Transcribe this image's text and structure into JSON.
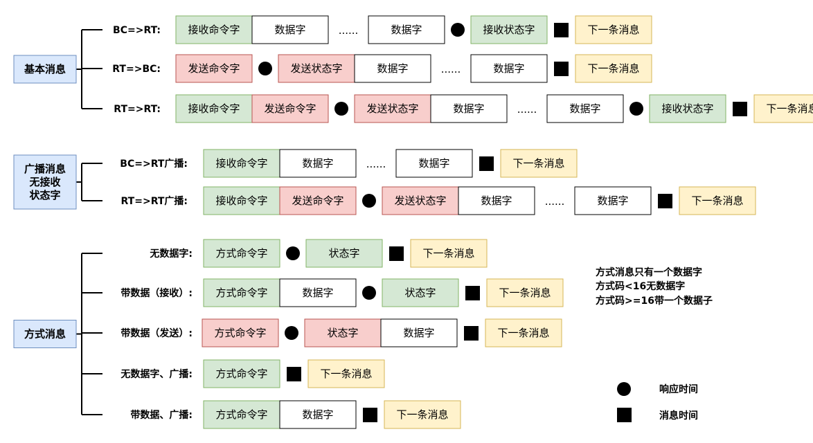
{
  "colors": {
    "green_fill": "#d5e8d4",
    "green_stroke": "#82b366",
    "red_fill": "#f8cecc",
    "red_stroke": "#b85450",
    "yellow_fill": "#fff2cc",
    "yellow_stroke": "#d6b656",
    "white_fill": "#ffffff",
    "white_stroke": "#000000",
    "blue_fill": "#dae8fc",
    "blue_stroke": "#6c8ebf"
  },
  "groups": [
    {
      "label": "基本消息",
      "rows": [
        {
          "label": "BC=>RT:",
          "items": [
            {
              "kind": "box",
              "text": "接收命令字",
              "color": "green"
            },
            {
              "kind": "box",
              "text": "数据字",
              "color": "white"
            },
            {
              "kind": "dots",
              "text": "......"
            },
            {
              "kind": "box",
              "text": "数据字",
              "color": "white"
            },
            {
              "kind": "circle"
            },
            {
              "kind": "box",
              "text": "接收状态字",
              "color": "green"
            },
            {
              "kind": "square"
            },
            {
              "kind": "box",
              "text": "下一条消息",
              "color": "yellow"
            }
          ]
        },
        {
          "label": "RT=>BC:",
          "items": [
            {
              "kind": "box",
              "text": "发送命令字",
              "color": "red"
            },
            {
              "kind": "circle"
            },
            {
              "kind": "box",
              "text": "发送状态字",
              "color": "red"
            },
            {
              "kind": "box",
              "text": "数据字",
              "color": "white"
            },
            {
              "kind": "dots",
              "text": "......"
            },
            {
              "kind": "box",
              "text": "数据字",
              "color": "white"
            },
            {
              "kind": "square"
            },
            {
              "kind": "box",
              "text": "下一条消息",
              "color": "yellow"
            }
          ]
        },
        {
          "label": "RT=>RT:",
          "items": [
            {
              "kind": "box",
              "text": "接收命令字",
              "color": "green"
            },
            {
              "kind": "box",
              "text": "发送命令字",
              "color": "red"
            },
            {
              "kind": "circle"
            },
            {
              "kind": "box",
              "text": "发送状态字",
              "color": "red"
            },
            {
              "kind": "box",
              "text": "数据字",
              "color": "white"
            },
            {
              "kind": "dots",
              "text": "......"
            },
            {
              "kind": "box",
              "text": "数据字",
              "color": "white"
            },
            {
              "kind": "circle"
            },
            {
              "kind": "box",
              "text": "接收状态字",
              "color": "green"
            },
            {
              "kind": "square"
            },
            {
              "kind": "box",
              "text": "下一条消息",
              "color": "yellow"
            }
          ]
        }
      ]
    },
    {
      "label": "广播消息\n无接收\n状态字",
      "rows": [
        {
          "label": "BC=>RT广播:",
          "items": [
            {
              "kind": "box",
              "text": "接收命令字",
              "color": "green"
            },
            {
              "kind": "box",
              "text": "数据字",
              "color": "white"
            },
            {
              "kind": "dots",
              "text": "......"
            },
            {
              "kind": "box",
              "text": "数据字",
              "color": "white"
            },
            {
              "kind": "square"
            },
            {
              "kind": "box",
              "text": "下一条消息",
              "color": "yellow"
            }
          ]
        },
        {
          "label": "RT=>RT广播:",
          "items": [
            {
              "kind": "box",
              "text": "接收命令字",
              "color": "green"
            },
            {
              "kind": "box",
              "text": "发送命令字",
              "color": "red"
            },
            {
              "kind": "circle"
            },
            {
              "kind": "box",
              "text": "发送状态字",
              "color": "red"
            },
            {
              "kind": "box",
              "text": "数据字",
              "color": "white"
            },
            {
              "kind": "dots",
              "text": "......"
            },
            {
              "kind": "box",
              "text": "数据字",
              "color": "white"
            },
            {
              "kind": "square"
            },
            {
              "kind": "box",
              "text": "下一条消息",
              "color": "yellow"
            }
          ]
        }
      ]
    },
    {
      "label": "方式消息",
      "rows": [
        {
          "label": "无数据字:",
          "items": [
            {
              "kind": "box",
              "text": "方式命令字",
              "color": "green"
            },
            {
              "kind": "circle"
            },
            {
              "kind": "box",
              "text": "状态字",
              "color": "green"
            },
            {
              "kind": "square"
            },
            {
              "kind": "box",
              "text": "下一条消息",
              "color": "yellow"
            }
          ]
        },
        {
          "label": "带数据（接收）:",
          "items": [
            {
              "kind": "box",
              "text": "方式命令字",
              "color": "green"
            },
            {
              "kind": "box",
              "text": "数据字",
              "color": "white"
            },
            {
              "kind": "circle"
            },
            {
              "kind": "box",
              "text": "状态字",
              "color": "green"
            },
            {
              "kind": "square"
            },
            {
              "kind": "box",
              "text": "下一条消息",
              "color": "yellow"
            }
          ]
        },
        {
          "label": "带数据（发送）:",
          "items": [
            {
              "kind": "box",
              "text": "方式命令字",
              "color": "red"
            },
            {
              "kind": "circle"
            },
            {
              "kind": "box",
              "text": "状态字",
              "color": "red"
            },
            {
              "kind": "box",
              "text": "数据字",
              "color": "white"
            },
            {
              "kind": "square"
            },
            {
              "kind": "box",
              "text": "下一条消息",
              "color": "yellow"
            }
          ]
        },
        {
          "label": "无数据字、广播:",
          "items": [
            {
              "kind": "box",
              "text": "方式命令字",
              "color": "green"
            },
            {
              "kind": "square"
            },
            {
              "kind": "box",
              "text": "下一条消息",
              "color": "yellow"
            }
          ]
        },
        {
          "label": "带数据、广播:",
          "items": [
            {
              "kind": "box",
              "text": "方式命令字",
              "color": "green"
            },
            {
              "kind": "box",
              "text": "数据字",
              "color": "white"
            },
            {
              "kind": "square"
            },
            {
              "kind": "box",
              "text": "下一条消息",
              "color": "yellow"
            }
          ]
        }
      ]
    }
  ],
  "notes": [
    "方式消息只有一个数据字",
    "方式码<16无数据字",
    "方式码>=16带一个数据子"
  ],
  "legend": [
    {
      "shape": "circle",
      "label": "响应时间"
    },
    {
      "shape": "square",
      "label": "消息时间"
    }
  ]
}
